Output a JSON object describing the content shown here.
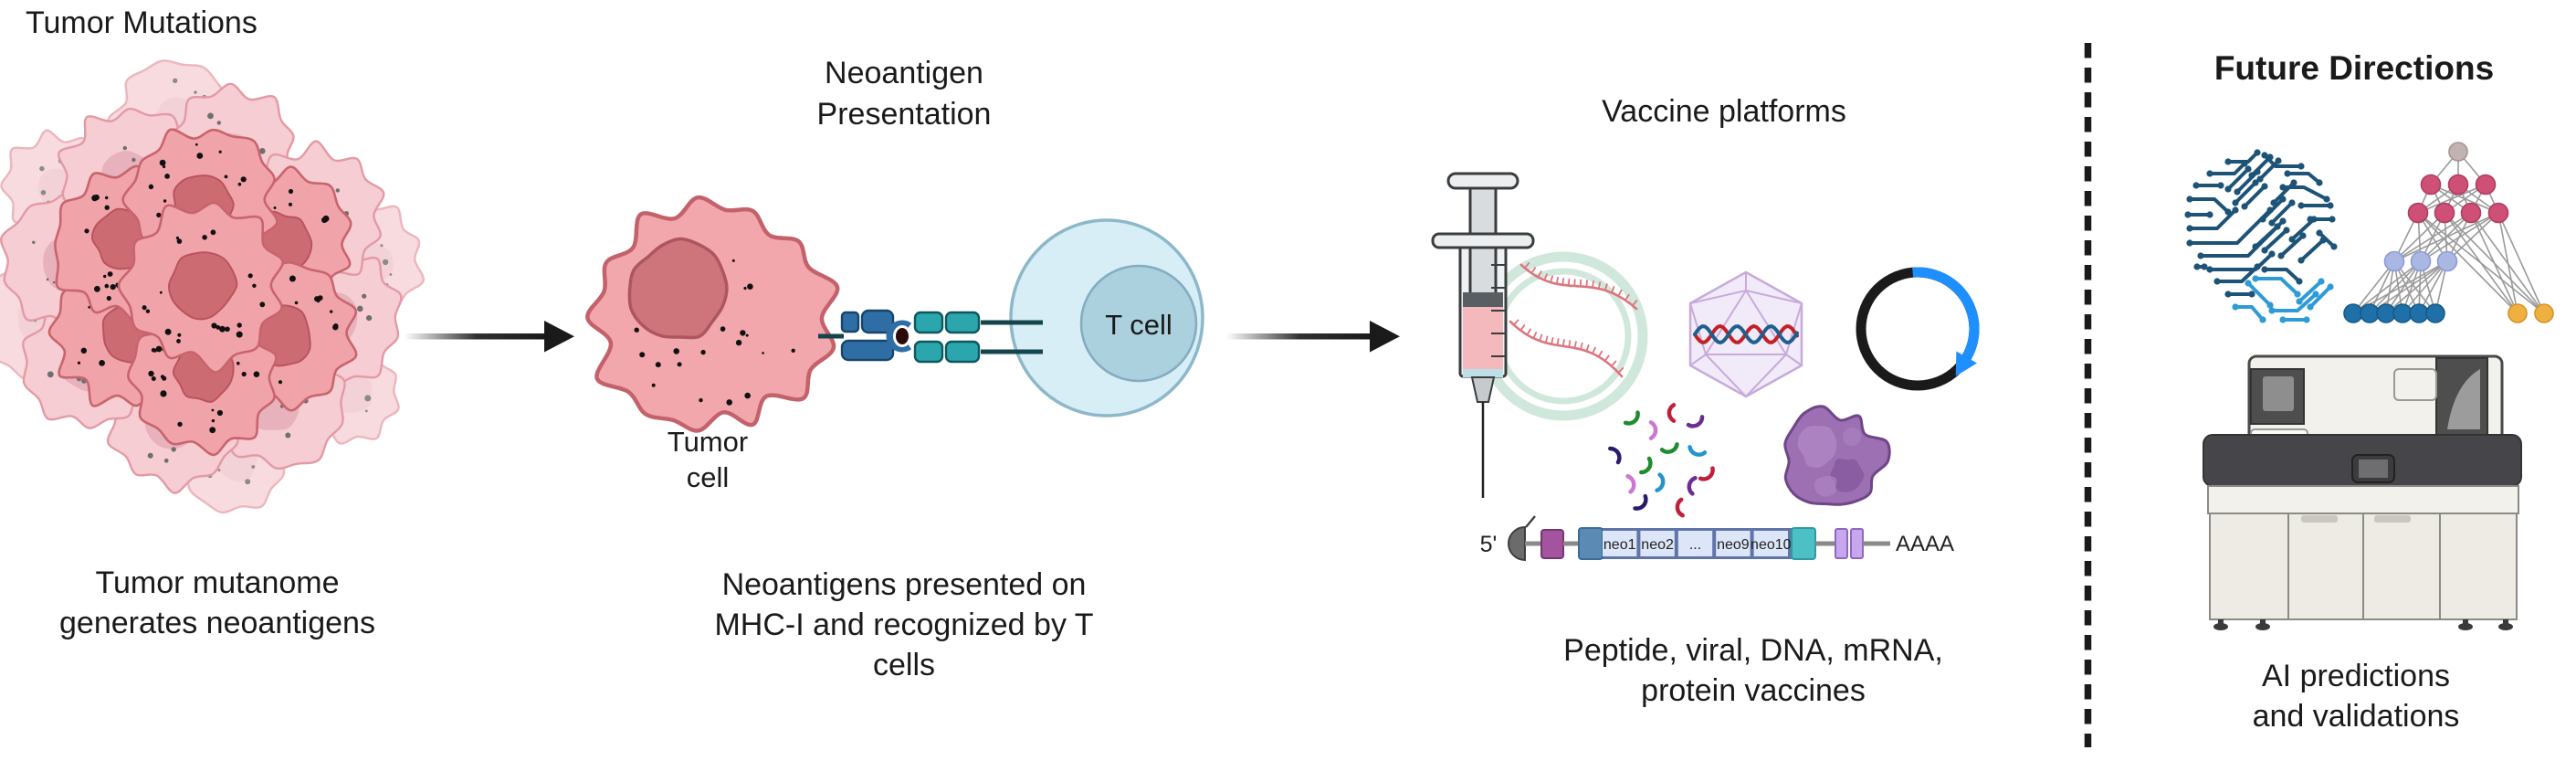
{
  "sections": {
    "tumor_mutations": {
      "title": "Tumor Mutations",
      "caption": [
        "Tumor mutanome",
        "generates neoantigens"
      ]
    },
    "neoantigen_presentation": {
      "title": [
        "Neoantigen",
        "Presentation"
      ],
      "tumor_cell_label": [
        "Tumor",
        "cell"
      ],
      "t_cell_label": "T cell",
      "caption": [
        "Neoantigens presented on",
        "MHC-I and recognized by T",
        "cells"
      ]
    },
    "vaccine_platforms": {
      "title": "Vaccine platforms",
      "construct": {
        "five_prime_label": "5'",
        "cassette_labels": [
          "neo1",
          "neo2",
          "...",
          "neo9",
          "neo10"
        ],
        "poly_a_label": "AAAA"
      },
      "caption": [
        "Peptide, viral, DNA, mRNA,",
        "protein vaccines"
      ]
    },
    "future_directions": {
      "title": "Future Directions",
      "caption": [
        "AI predictions",
        "and validations"
      ]
    }
  },
  "icons": [
    "tumor-cell-cluster",
    "flow-arrow-right",
    "tumor-cell",
    "mhc-peptide-tcr-complex",
    "t-cell",
    "syringe",
    "lipid-nanoparticle-ring",
    "mrna-strands",
    "viral-capsid",
    "plasmid-dna",
    "peptide-fragments",
    "protein-structure",
    "mrna-construct",
    "dashed-divider",
    "ai-circuit-brain",
    "neural-network",
    "dna-sequencer"
  ],
  "colors": {
    "text": "#1a1a1a",
    "arrow": "#1a1a1a",
    "divider": "#1a1a1a",
    "tumor_cluster": {
      "far_fill": "#f8dade",
      "far_stroke": "#ecb3ba",
      "far_nucleus": "#f0cfd5",
      "back_fill": "#f6cdd2",
      "back_stroke": "#e39aa4",
      "back_nucleus": "#e5afb8",
      "front_fill": "#f0a4aa",
      "front_stroke": "#c9646d",
      "nucleus": "#cd6b73",
      "nucleus_stroke": "#b9545d",
      "dot": "#111111",
      "dot_faint": "#8a8a8a"
    },
    "tumor_cell": {
      "fill": "#f2a7ac",
      "stroke": "#c4626b",
      "nucleus": "#cd757b",
      "nucleus_stroke": "#ad565e",
      "dot": "#111111"
    },
    "t_cell": {
      "fill": "#d8eef6",
      "stroke": "#8cb8ca",
      "nucleus": "#abd0de",
      "nucleus_stroke": "#83adc0"
    },
    "mhc": {
      "fill": "#2f6ea5",
      "stroke": "#17456b"
    },
    "tcr": {
      "fill": "#2aa6ac",
      "stroke": "#0d585e"
    },
    "peptide_dot": {
      "fill": "#2d0a0a",
      "ring": "#ffffff"
    },
    "membrane_line": "#14454d",
    "syringe": {
      "body": "#eceeef",
      "rod": "#d9dcde",
      "stroke": "#3a3d3f",
      "stopper": "#595e62",
      "liquid": "#f3b9bd",
      "tip": "#c7cacc",
      "band": "#bfdfe7",
      "needle": "#222222"
    },
    "lnp_ring": "#cde7da",
    "rna": "#dd747e",
    "capsid": {
      "fill": "#f0e8f8",
      "line": "#c7abdb",
      "helix_red": "#c22127",
      "helix_blue": "#1e5f8e"
    },
    "plasmid": {
      "ring": "#1a1a1a",
      "arc": "#1e8fff"
    },
    "peptides": [
      "#1f8c2f",
      "#c2203a",
      "#6a2d91",
      "#cc77d4",
      "#2196cc",
      "#2a1a6e",
      "#d976c9"
    ],
    "protein": {
      "fill": "#9d6fb3",
      "light": "#ae85c1",
      "dark": "#87599f",
      "stroke": "#6f4687"
    },
    "construct": {
      "line": "#8a8a8a",
      "cap": "#6b6b6b",
      "utr_purple": "#a4539e",
      "utr_purple_stroke": "#73386f",
      "start_blue": "#5b8bb5",
      "start_blue_stroke": "#3a6c96",
      "backing": "#5f74a8",
      "neo_fill": "#dce6f8",
      "teal": "#4cc0c5",
      "teal_stroke": "#2f9ba0",
      "small_purple": "#c9a7ee",
      "small_purple_stroke": "#8f68c0",
      "label": "#222222"
    },
    "brain": {
      "dark": "#1d5377",
      "light": "#2e9bd6"
    },
    "network": {
      "edge": "#9a9a9a",
      "input_blue": "#1f6fa8",
      "input_blue_stroke": "#175a8a",
      "hidden_periwinkle": "#aab7e2",
      "hidden_periwinkle_stroke": "#8b9cd4",
      "deep_pink": "#cf5077",
      "deep_pink_stroke": "#b03b60",
      "top_gray": "#c3b2b2",
      "top_gray_stroke": "#a79595",
      "alt_orange": "#f0b03f",
      "alt_orange_stroke": "#d4942a"
    },
    "sequencer": {
      "body": "#f2f1ec",
      "stroke": "#4a4a4a",
      "window": "#4e4e4e",
      "window_inner": "#9a9a9a",
      "bench": "#46464a",
      "screen": "#3c3c3e",
      "screen_inner": "#6e6e70",
      "cabinet": "#edebe4",
      "cabinet_stroke": "#8a8a86",
      "foot": "#3a3a3a"
    }
  }
}
